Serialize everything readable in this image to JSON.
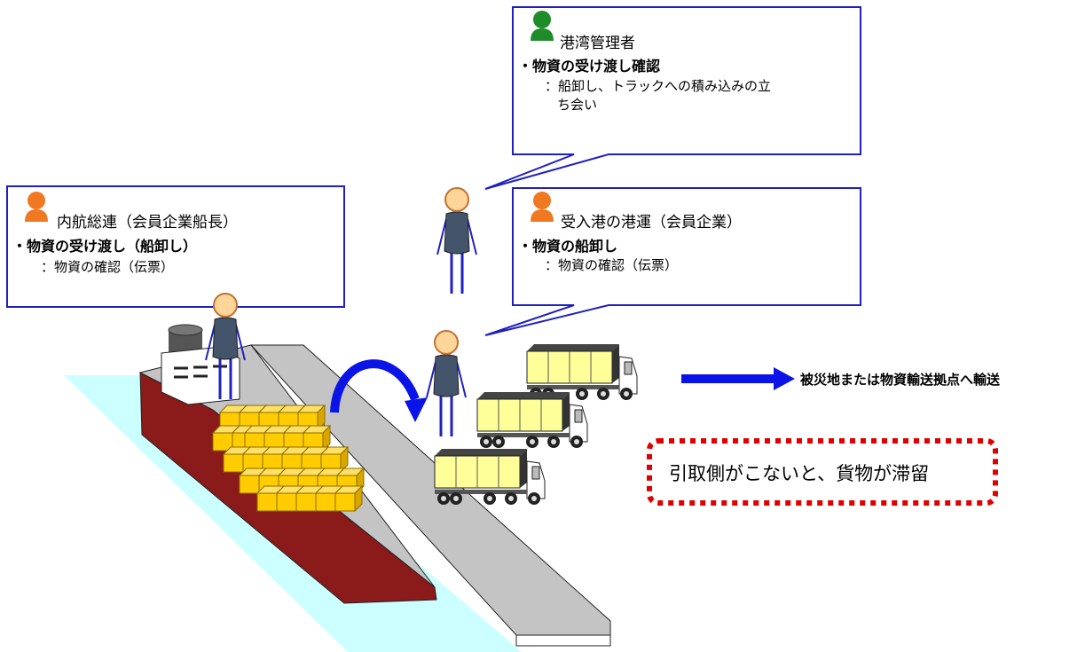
{
  "roles": [
    {
      "id": "coastal-shipping",
      "title": "内航総連（会員企業船長）",
      "task": "・物資の受け渡し（船卸し）",
      "detail": [
        "：物資の確認（伝票）"
      ],
      "person_color": "#f07820"
    },
    {
      "id": "port-manager",
      "title": "港湾管理者",
      "task": "・物資の受け渡し確認",
      "detail": [
        "：船卸し、トラックへの積み込みの立",
        "ち会い"
      ],
      "person_color": "#1e8c28"
    },
    {
      "id": "port-operator",
      "title": "受入港の港運（会員企業）",
      "task": "・物資の船卸し",
      "detail": [
        "：物資の確認（伝票）"
      ],
      "person_color": "#f07820"
    }
  ],
  "destination": "被災地または物資輸送拠点へ輸送",
  "warning": "引取側がこないと、貨物が滞留",
  "colors": {
    "box_border": "#2020c0",
    "arrow": "#0a14e6",
    "warning_border": "#e00000",
    "water": "#ccffff",
    "hull": "#8b1a1a",
    "deck": "#c4c4c4",
    "cargo": "#ffcc00",
    "truck_body": "#ffff99",
    "person_body": "#44546a",
    "person_head": "#ffd59a"
  }
}
